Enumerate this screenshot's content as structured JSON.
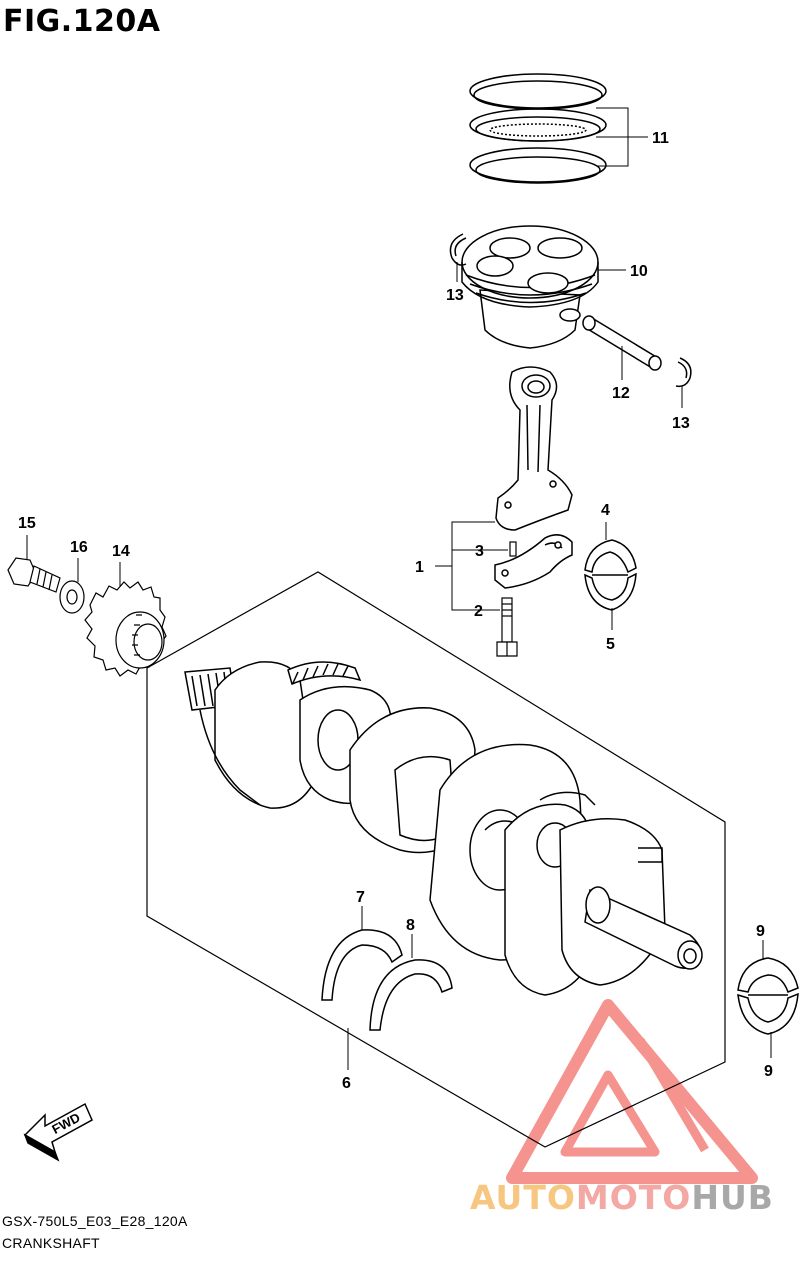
{
  "figure": {
    "title": "FIG.120A",
    "code": "GSX-750L5_E03_E28_120A",
    "name": "CRANKSHAFT"
  },
  "callouts": {
    "c1": "1",
    "c2": "2",
    "c3": "3",
    "c4": "4",
    "c5": "5",
    "c6": "6",
    "c7": "7",
    "c8": "8",
    "c9a": "9",
    "c9b": "9",
    "c10": "10",
    "c11": "11",
    "c12": "12",
    "c13a": "13",
    "c13b": "13",
    "c14": "14",
    "c15": "15",
    "c16": "16"
  },
  "fwd_label": "FWD",
  "watermark": {
    "part1": "AUTO",
    "part2": "MOTO",
    "part3": "HUB",
    "colors": {
      "part1": "#f7c680",
      "part2": "#f4a8a4",
      "part3": "#a8a8a8",
      "triangle": "#f26f6a"
    }
  }
}
